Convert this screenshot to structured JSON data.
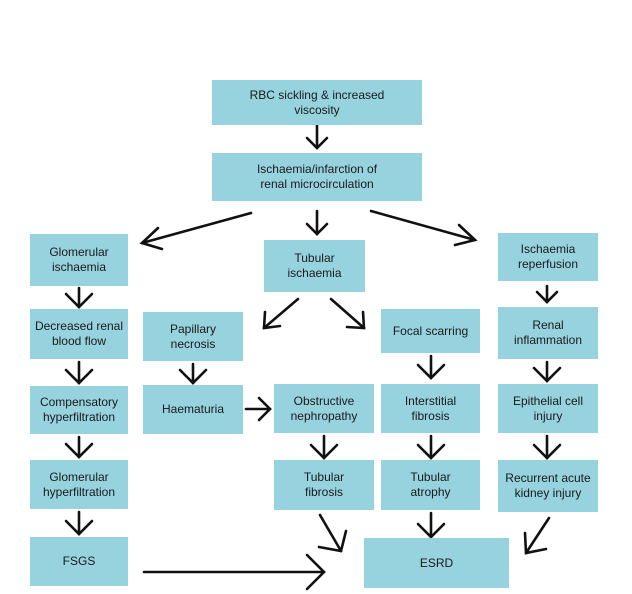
{
  "diagram": {
    "nodes": {
      "rbc": "RBC sickling & increased\nviscosity",
      "ischaemia_infarction": "Ischaemia/infarction of\nrenal microcirculation",
      "glomerular_ischaemia": "Glomerular\nischaemia",
      "tubular_ischaemia": "Tubular\nischaemia",
      "ischaemia_reperfusion": "Ischaemia\nreperfusion",
      "decreased_renal_blood_flow": "Decreased renal\nblood flow",
      "papillary_necrosis": "Papillary\nnecrosis",
      "focal_scarring": "Focal scarring",
      "renal_inflammation": "Renal\ninflammation",
      "compensatory_hyperfiltration": "Compensatory\nhyperfiltration",
      "haematuria": "Haematuria",
      "obstructive_nephropathy": "Obstructive\nnephropathy",
      "interstitial_fibrosis": "Interstitial\nfibrosis",
      "epithelial_cell_injury": "Epithelial cell\ninjury",
      "glomerular_hyperfiltration": "Glomerular\nhyperfiltration",
      "tubular_fibrosis": "Tubular\nfibrosis",
      "tubular_atrophy": "Tubular\natrophy",
      "recurrent_aki": "Recurrent acute\nkidney injury",
      "fsgs": "FSGS",
      "esrd": "ESRD"
    },
    "colors": {
      "box_fill": "#96d3df",
      "arrow": "#111111"
    }
  }
}
